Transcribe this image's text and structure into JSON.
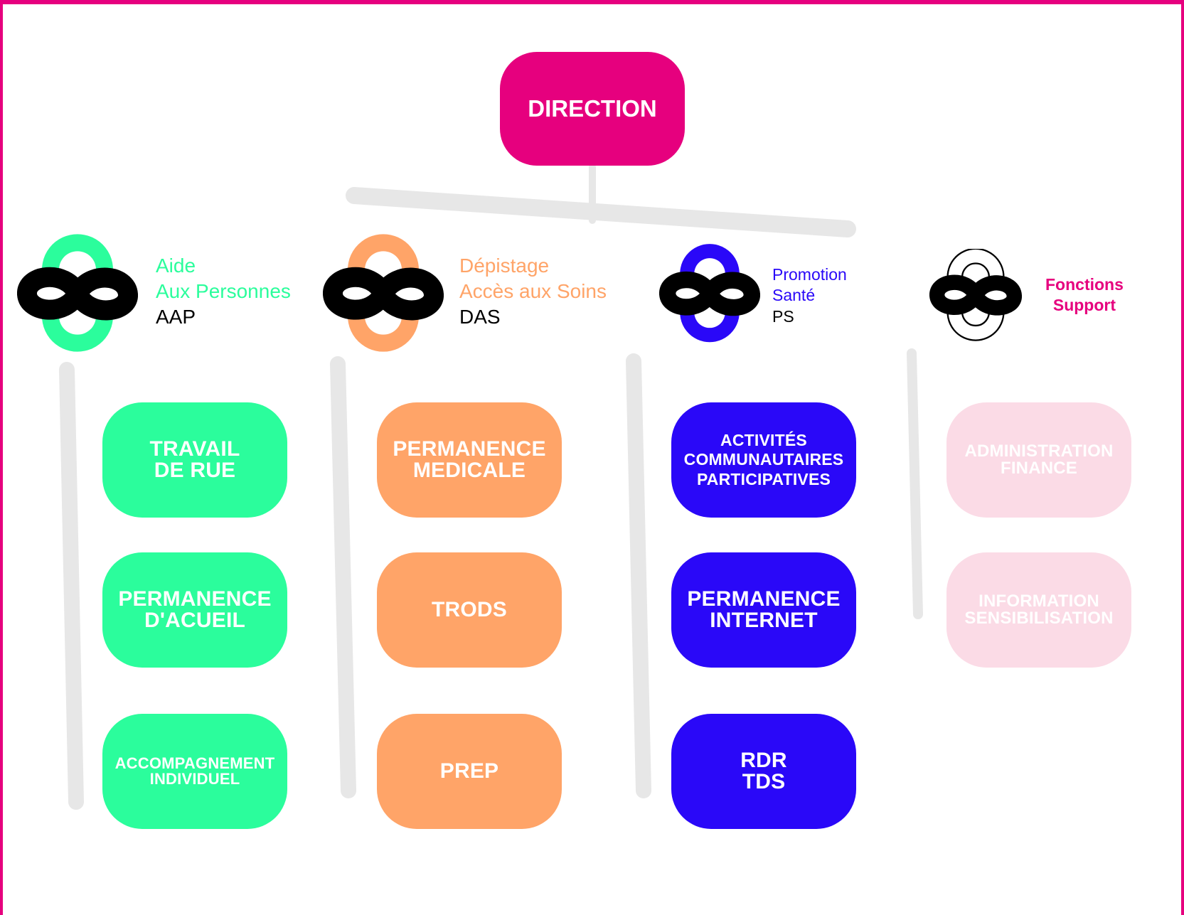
{
  "direction": {
    "label": "DIRECTION"
  },
  "colors": {
    "brand_pink": "#e6007e",
    "aap_green": "#2bfd9c",
    "das_orange": "#ffa468",
    "ps_blue": "#2a08f8",
    "fs_pale_pink": "#fbdbe6",
    "connector_gray": "#e7e7e7",
    "logo_black": "#000000"
  },
  "departments": {
    "aap": {
      "icon": "infinity-knot-green-icon",
      "line1": "Aide",
      "line2": "Aux Personnes",
      "code": "AAP",
      "services": [
        {
          "label": "TRAVAIL\nDE RUE"
        },
        {
          "label": "PERMANENCE\nD'ACUEIL"
        },
        {
          "label": "ACCOMPAGNEMENT\nINDIVIDUEL"
        }
      ]
    },
    "das": {
      "icon": "infinity-knot-orange-icon",
      "line1": "Dépistage",
      "line2": "Accès aux Soins",
      "code": "DAS",
      "services": [
        {
          "label": "PERMANENCE\nMEDICALE"
        },
        {
          "label": "TRODS"
        },
        {
          "label": "PREP"
        }
      ]
    },
    "ps": {
      "icon": "infinity-knot-blue-icon",
      "line1": "Promotion",
      "line2": "Santé",
      "code": "PS",
      "services": [
        {
          "label": "ACTIVITÉS\nCOMMUNAUTAIRES\nPARTICIPATIVES"
        },
        {
          "label": "PERMANENCE\nINTERNET"
        },
        {
          "label": "RDR\nTDS"
        }
      ]
    },
    "fs": {
      "icon": "infinity-knot-outline-icon",
      "line1": "Fonctions",
      "line2": "Support",
      "services": [
        {
          "label": "ADMINISTRATION\nFINANCE"
        },
        {
          "label": "INFORMATION\nSENSIBILISATION"
        }
      ]
    }
  }
}
